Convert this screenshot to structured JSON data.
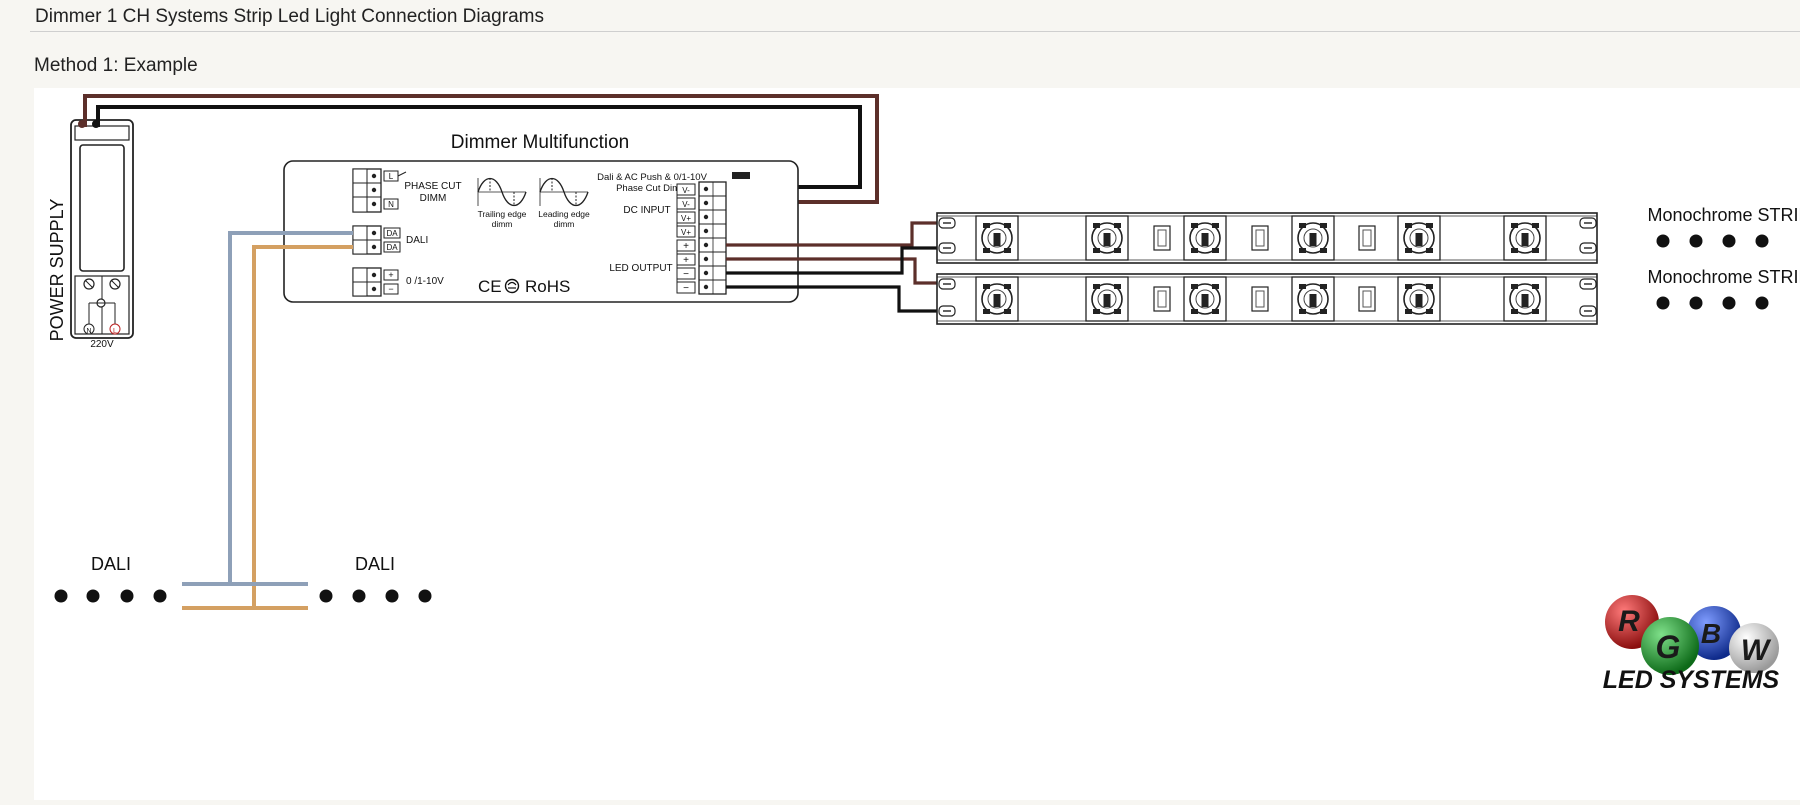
{
  "page": {
    "title": "Dimmer 1 CH  Systems  Strip  Led Light Connection Diagrams",
    "section": "Method 1: Example"
  },
  "diagram": {
    "dimmer_title": "Dimmer Multifunction",
    "power_supply": {
      "label": "POWER SUPPLY",
      "voltage": "220V",
      "neutral": "N",
      "live": "L"
    },
    "dimmer": {
      "terminal_L": "L",
      "terminal_N": "N",
      "phase_cut_line1": "PHASE CUT",
      "phase_cut_line2": "DIMM",
      "dali_terminal_1": "DA",
      "dali_terminal_2": "DA",
      "dali_label": "DALI",
      "plus": "+",
      "minus": "−",
      "analog_label": "0 /1-10V",
      "trailing_line1": "Trailing edge",
      "trailing_line2": "dimm",
      "leading_line1": "Leading edge",
      "leading_line2": "dimm",
      "top_note_line1": "Dali & AC Push & 0/1-10V",
      "top_note_line2": "Phase Cut Dimm",
      "dc_input_label": "DC INPUT",
      "dc_pins": [
        "V-",
        "V-",
        "V+",
        "V+"
      ],
      "led_output_label": "LED OUTPUT",
      "led_pins": [
        "+",
        "+",
        "−",
        "−"
      ],
      "certification": "CE",
      "rohs": "RoHS"
    },
    "strips": [
      {
        "label": "Monochrome STRIP"
      },
      {
        "label": "Monochrome STRIP"
      }
    ],
    "dali_bus": {
      "left_label": "DALI",
      "right_label": "DALI"
    },
    "wire_colors": {
      "brown": "#5c2f2a",
      "black": "#111111",
      "dali_blue": "#8ea0b8",
      "dali_orange": "#d4a062"
    }
  },
  "logo": {
    "letters": [
      "R",
      "G",
      "B",
      "W"
    ],
    "text": "LED SYSTEMS",
    "colors": [
      "#c01818",
      "#169a26",
      "#1a3fb8",
      "#d8d8d8"
    ]
  }
}
